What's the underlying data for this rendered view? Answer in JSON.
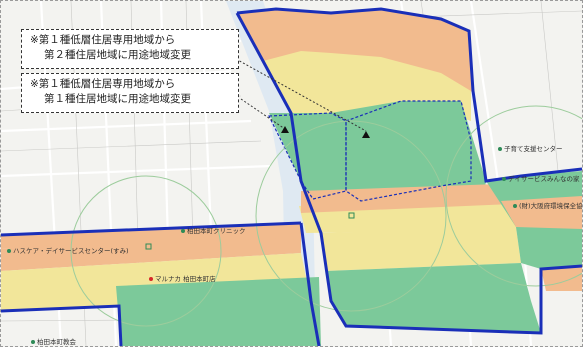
{
  "callouts": [
    {
      "line1": "※第１種低層住居専用地域から",
      "line2": "第２種住居地域に用途地域変更"
    },
    {
      "line1": "※第１種低層住居専用地域から",
      "line2": "第１種住居地域に用途地域変更"
    }
  ],
  "pois": [
    {
      "label": "子育て支援センター",
      "dot_color": "#2e8b57"
    },
    {
      "label": "デイサービスみんなの家",
      "dot_color": "#2e8b57"
    },
    {
      "label": "(財)大阪府環境保全協会",
      "dot_color": "#2e8b57"
    },
    {
      "label": "柏田本町クリニック",
      "dot_color": "#2e8b57"
    },
    {
      "label": "ハスケア・デイサービスセンター(すみ)",
      "dot_color": "#2e8b57"
    },
    {
      "label": "マルナカ 柏田本町店",
      "dot_color": "#d62828"
    },
    {
      "label": "柏田本町教会",
      "dot_color": "#2e8b57"
    }
  ],
  "colors": {
    "boundary": "#1a2fb8",
    "green_zone": "#7cc99a",
    "yellow_zone": "#f2e69a",
    "orange_zone": "#f2bb8e",
    "background": "#f3f3f0",
    "road": "#ffffff"
  }
}
